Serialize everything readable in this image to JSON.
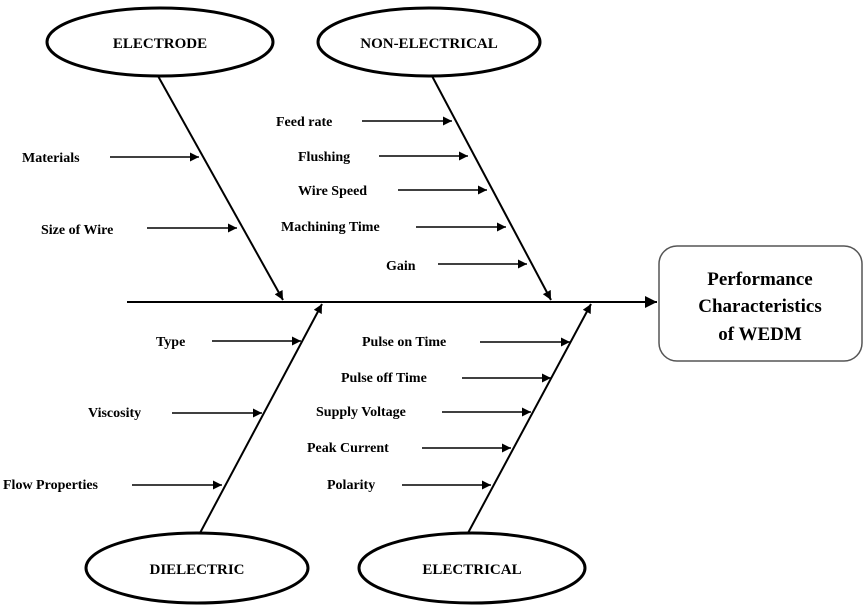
{
  "effect": {
    "lines": [
      "Performance",
      "Characteristics",
      "of WEDM"
    ]
  },
  "categories": {
    "electrode": {
      "label": "ELECTRODE",
      "causes": [
        "Materials",
        "Size of Wire"
      ]
    },
    "non_electrical": {
      "label": "NON-ELECTRICAL",
      "causes": [
        "Feed rate",
        "Flushing",
        "Wire Speed",
        "Machining Time",
        "Gain"
      ]
    },
    "dielectric": {
      "label": "DIELECTRIC",
      "causes": [
        "Type",
        "Viscosity",
        "Flow Properties"
      ]
    },
    "electrical": {
      "label": "ELECTRICAL",
      "causes": [
        "Pulse on Time",
        "Pulse off Time",
        "Supply Voltage",
        "Peak Current",
        "Polarity"
      ]
    }
  },
  "colors": {
    "stroke": "#000000",
    "background": "#ffffff",
    "effect_border": "#555555"
  }
}
